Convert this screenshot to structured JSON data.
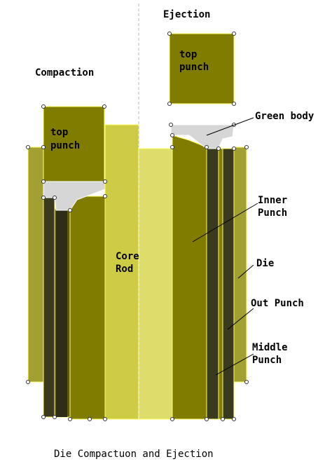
{
  "labels": {
    "ejection": "Ejection",
    "compaction": "Compaction",
    "top_punch_left_line1": "top",
    "top_punch_left_line2": "punch",
    "top_punch_right_line1": "top",
    "top_punch_right_line2": "punch",
    "green_body": "Green body",
    "inner_punch_line1": "Inner",
    "inner_punch_line2": "Punch",
    "die": "Die",
    "out_punch": "Out Punch",
    "middle_punch_line1": "Middle",
    "middle_punch_line2": "Punch",
    "core_rod_line1": "Core",
    "core_rod_line2": "Rod",
    "caption": "Die Compactuon and Ejection"
  },
  "colors": {
    "olive": "#807c00",
    "olive_light": "#a3a033",
    "core_rod": "#cdcc44",
    "core_rod_light": "#dedc6a",
    "dark_punch": "#3a3a1e",
    "green_body": "#d6d6d6",
    "center_line": "#ffffff"
  }
}
